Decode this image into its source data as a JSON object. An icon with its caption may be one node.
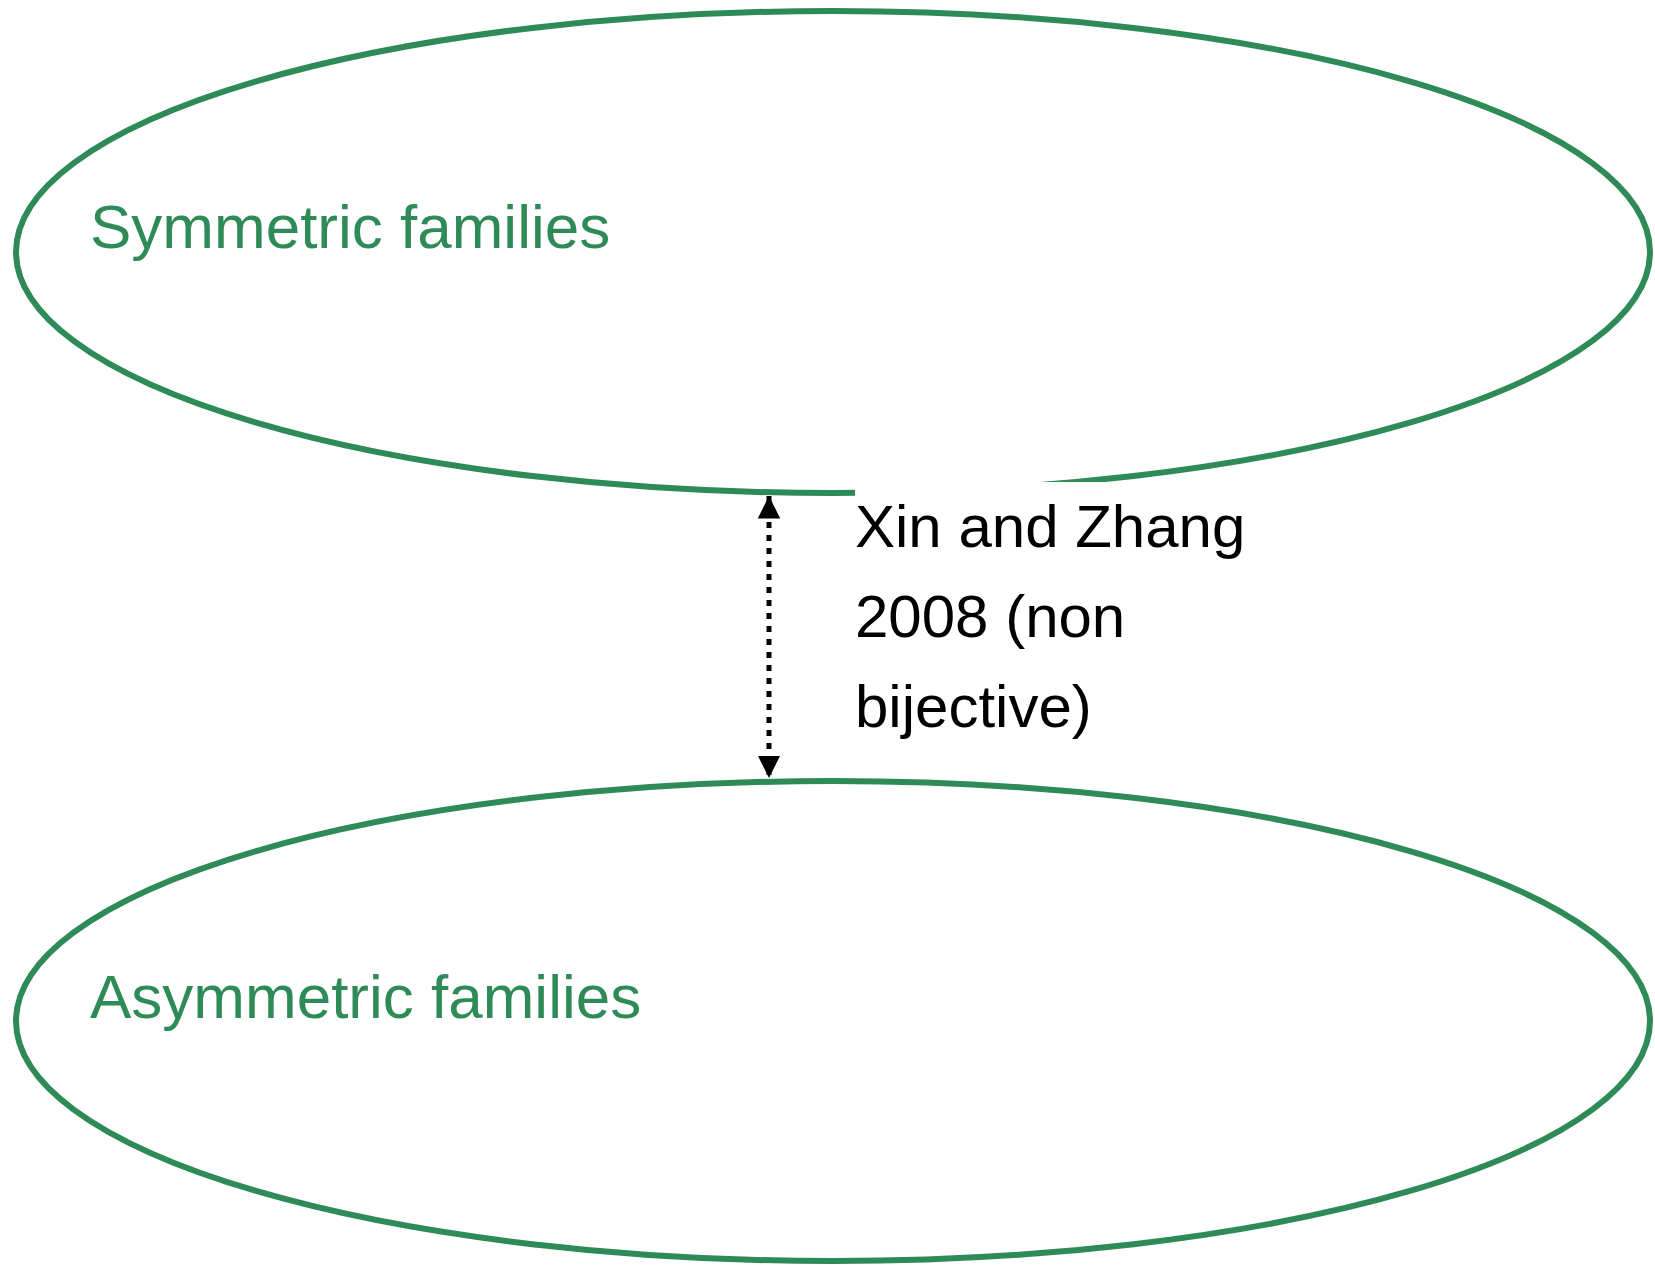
{
  "diagram": {
    "nodes": [
      {
        "text": [
          "Symmetric families"
        ]
      },
      {
        "text": [
          "Asymmetric families"
        ]
      }
    ],
    "edges": [
      {
        "from": 0,
        "to": 1,
        "arrow": "both",
        "style": "dashed",
        "label": "Xin and Zhang 2008 (non bijective)"
      }
    ]
  }
}
